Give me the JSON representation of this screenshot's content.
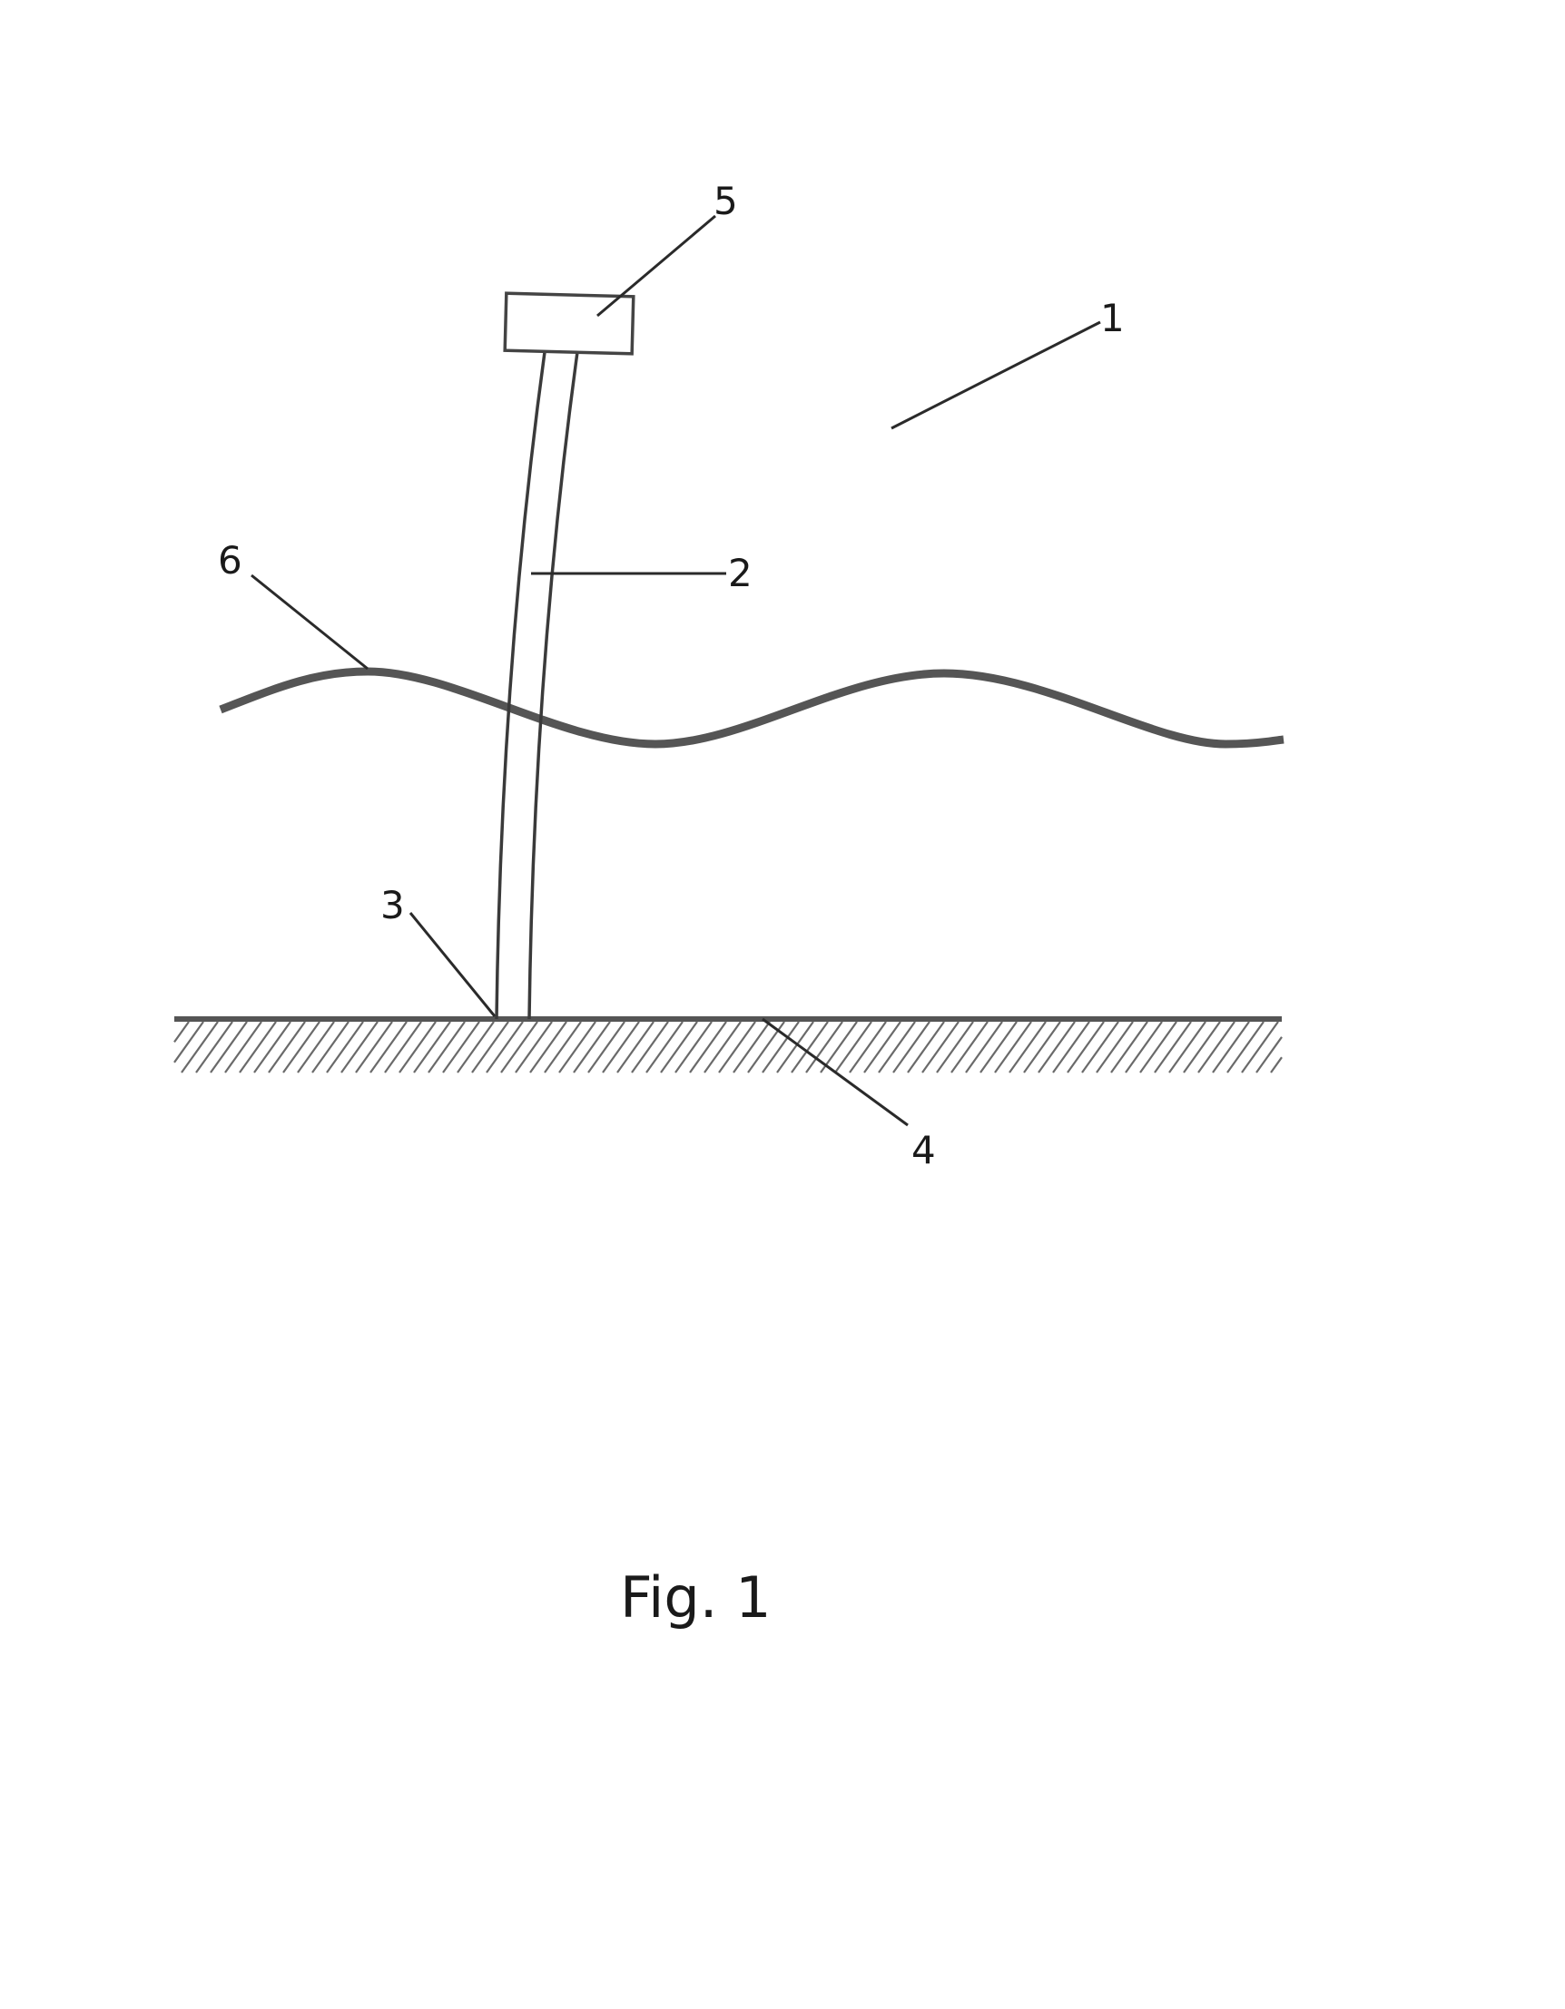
{
  "figure": {
    "caption": "Fig. 1",
    "reference_numerals": {
      "installation": "1",
      "tower": "2",
      "tower_base": "3",
      "seabed": "4",
      "nacelle": "5",
      "water_surface": "6"
    }
  }
}
